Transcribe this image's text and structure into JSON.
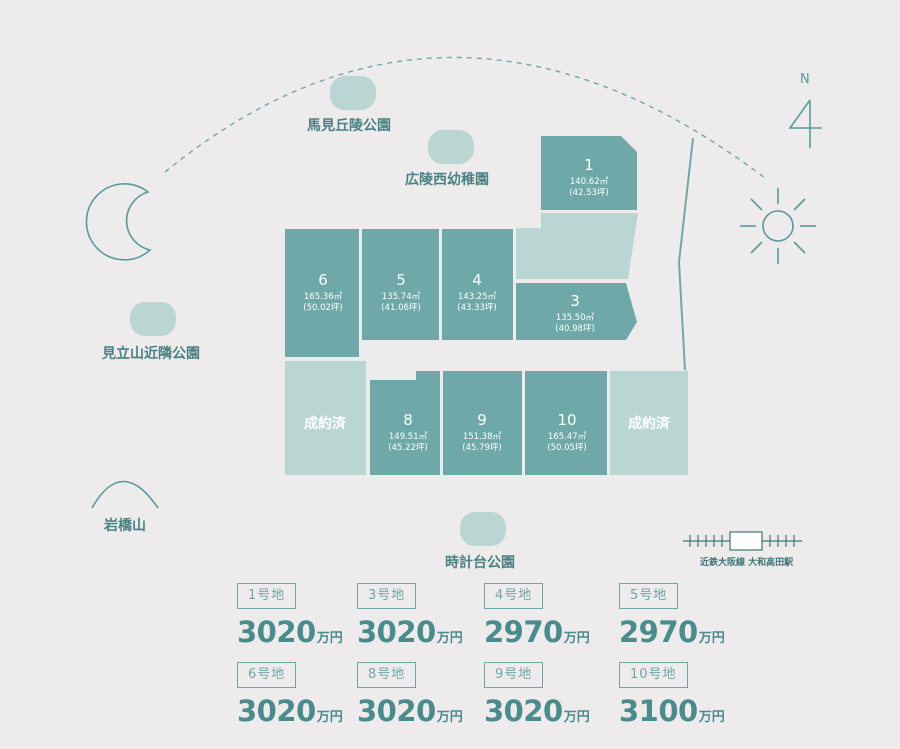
{
  "compass": {
    "label": "N"
  },
  "parks": {
    "p1": "馬見丘陵公園",
    "p2": "広陵西幼稚園",
    "p3": "見立山近隣公園",
    "p4": "岩橋山",
    "p5": "時計台公園"
  },
  "station": {
    "label": "近鉄大阪線 大和高田駅"
  },
  "lots": [
    {
      "id": "1",
      "area": "140.62㎡",
      "tsubo": "(42.53坪)"
    },
    {
      "id": "3",
      "area": "135.50㎡",
      "tsubo": "(40.98坪)"
    },
    {
      "id": "4",
      "area": "143.25㎡",
      "tsubo": "(43.33坪)"
    },
    {
      "id": "5",
      "area": "135.74㎡",
      "tsubo": "(41.06坪)"
    },
    {
      "id": "6",
      "area": "165.36㎡",
      "tsubo": "(50.02坪)"
    },
    {
      "id": "8",
      "area": "149.51㎡",
      "tsubo": "(45.22坪)"
    },
    {
      "id": "9",
      "area": "151.38㎡",
      "tsubo": "(45.79坪)"
    },
    {
      "id": "10",
      "area": "165.47㎡",
      "tsubo": "(50.05坪)"
    }
  ],
  "sold_label": "成約済",
  "prices": [
    {
      "label": "1号地",
      "amount": "3020",
      "unit": "万円"
    },
    {
      "label": "3号地",
      "amount": "3020",
      "unit": "万円"
    },
    {
      "label": "4号地",
      "amount": "2970",
      "unit": "万円"
    },
    {
      "label": "5号地",
      "amount": "2970",
      "unit": "万円"
    },
    {
      "label": "6号地",
      "amount": "3020",
      "unit": "万円"
    },
    {
      "label": "8号地",
      "amount": "3020",
      "unit": "万円"
    },
    {
      "label": "9号地",
      "amount": "3020",
      "unit": "万円"
    },
    {
      "label": "10号地",
      "amount": "3100",
      "unit": "万円"
    }
  ],
  "colors": {
    "lot": "#6ea8a9",
    "lot_sold": "#b9d6d3",
    "park": "#b9d6d3",
    "line": "#6ea8a9",
    "text": "#4a8b8c"
  }
}
